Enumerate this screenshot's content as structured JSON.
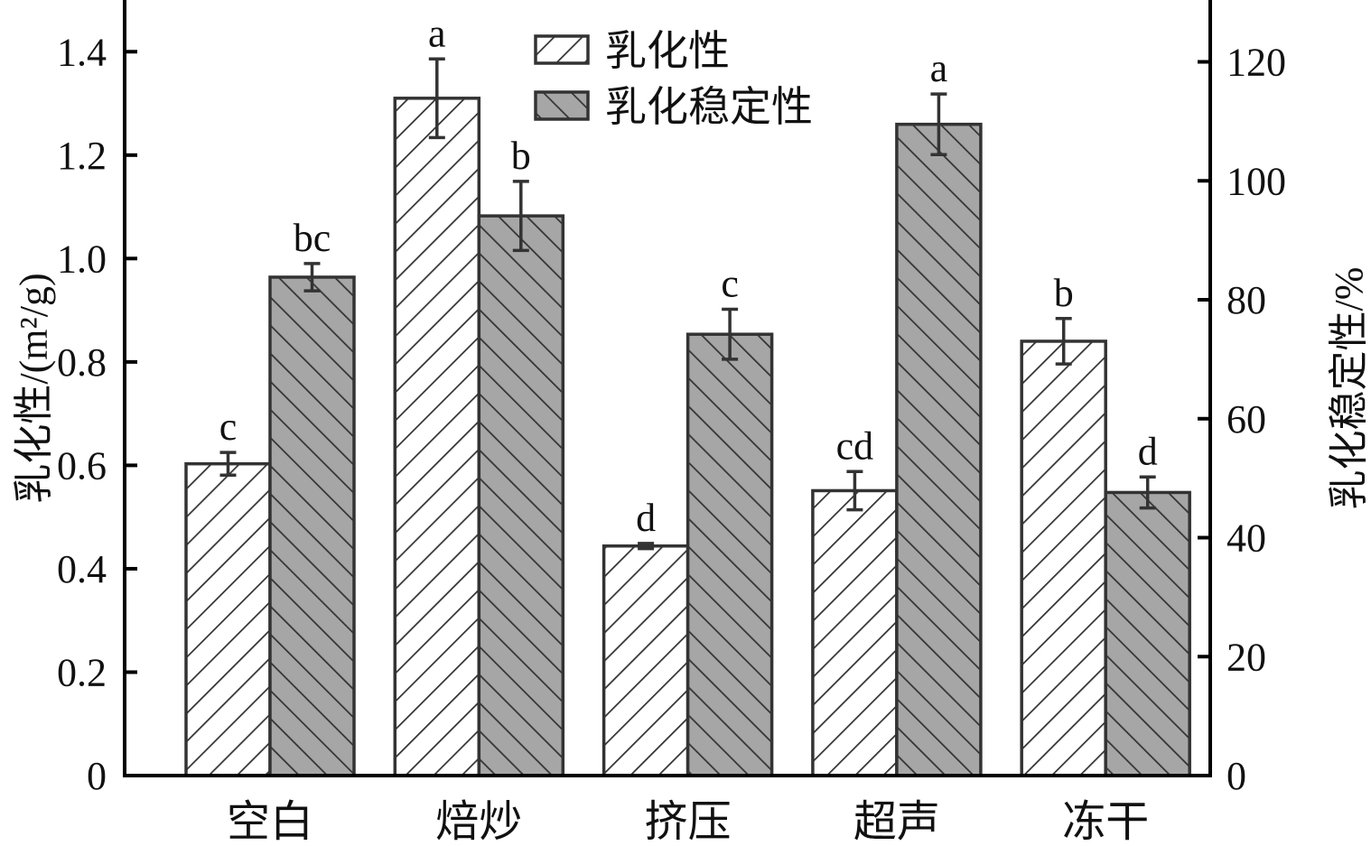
{
  "chart_data": {
    "type": "bar",
    "title": "",
    "xlabel": "",
    "ylabel": "乳化性/(m²/g)",
    "ylabel_right": "乳化稳定性/%",
    "ylim": [
      0,
      1.5
    ],
    "ylim_right": [
      0,
      130.4
    ],
    "yticks": [
      "0",
      "0.2",
      "0.4",
      "0.6",
      "0.8",
      "1.0",
      "1.2",
      "1.4"
    ],
    "yticks_right": [
      "0",
      "20",
      "40",
      "60",
      "80",
      "100",
      "120"
    ],
    "categories": [
      "空白",
      "焙炒",
      "挤压",
      "超声",
      "冻干"
    ],
    "legend_position": "top-center",
    "series": [
      {
        "name": "乳化性",
        "axis": "left",
        "pattern": "backslash-hatch",
        "fill": "#ffffff",
        "values": [
          0.603,
          1.31,
          0.444,
          0.551,
          0.84
        ],
        "errors": [
          0.022,
          0.076,
          0.005,
          0.037,
          0.044
        ],
        "labels": [
          "c",
          "a",
          "d",
          "cd",
          "b"
        ]
      },
      {
        "name": "乳化稳定性",
        "axis": "right",
        "pattern": "slash-hatch",
        "fill": "#a6a6a6",
        "values": [
          83.8,
          94.1,
          74.2,
          109.5,
          47.6
        ],
        "errors": [
          2.3,
          5.8,
          4.2,
          5.1,
          2.6
        ],
        "labels": [
          "bc",
          "b",
          "c",
          "a",
          "d"
        ]
      }
    ]
  }
}
